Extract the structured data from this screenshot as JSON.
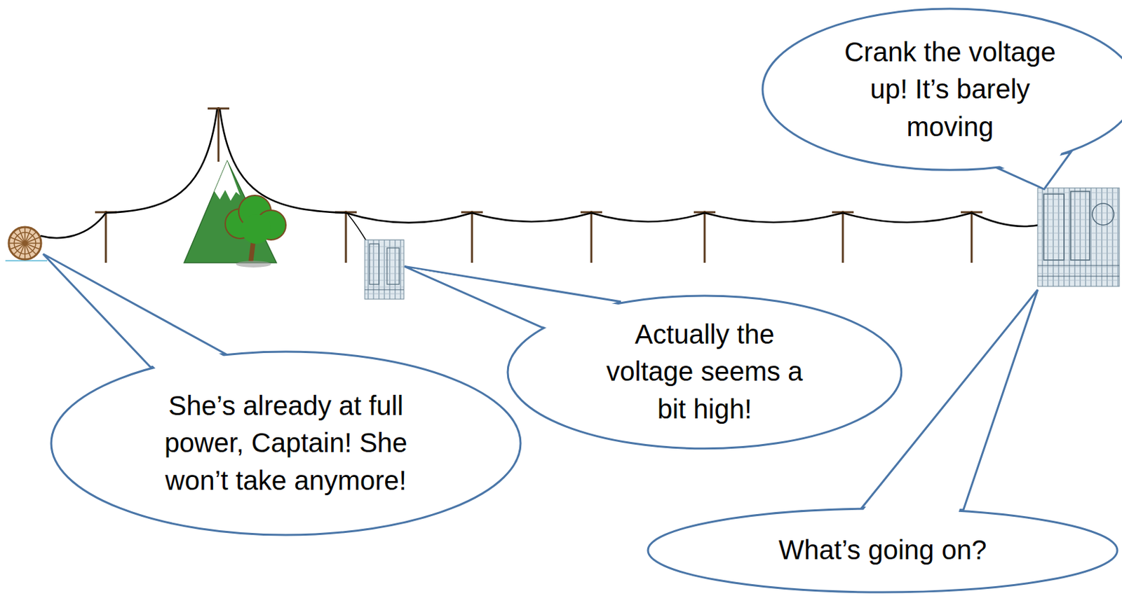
{
  "diagram": {
    "nodes": [
      {
        "text": [
          "Crank the voltage up! It’s barely moving"
        ]
      },
      {
        "text": [
          "She’s already at full power, Captain! She won’t take anymore!"
        ]
      },
      {
        "text": [
          "Actually the voltage seems a bit high!"
        ]
      },
      {
        "text": [
          "What’s going on?"
        ]
      }
    ],
    "edges": []
  }
}
